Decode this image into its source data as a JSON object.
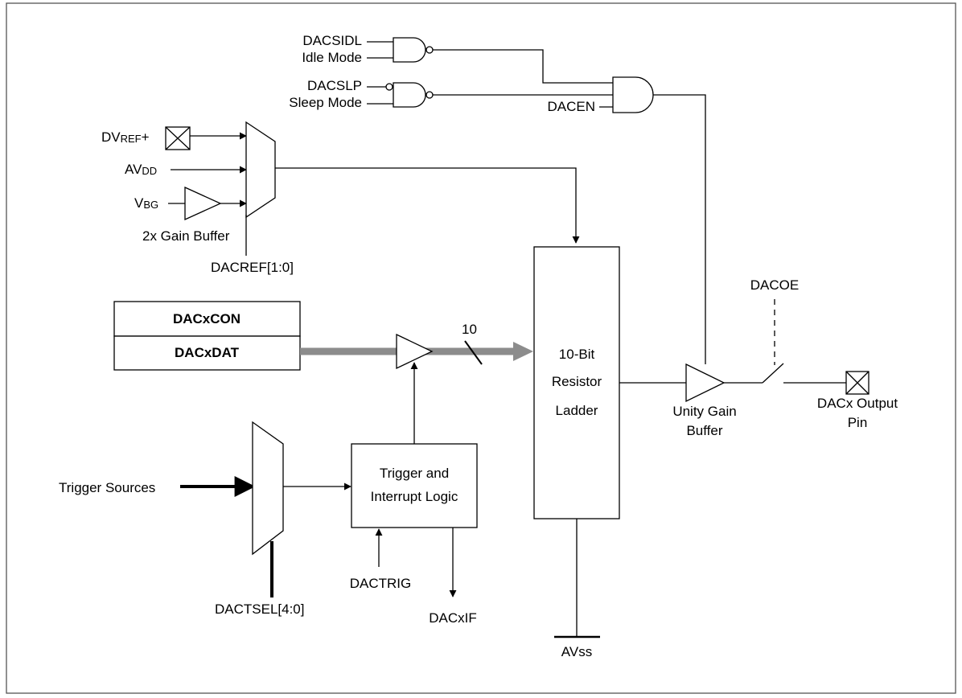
{
  "signals": {
    "dacsidl": "DACSIDL",
    "idle_mode": "Idle Mode",
    "dacslp": "DACSLP",
    "sleep_mode": "Sleep Mode",
    "dacen": "DACEN",
    "dvref_main": "DV",
    "dvref_sub": "REF",
    "dvref_suffix": "+",
    "avdd_main": "AV",
    "avdd_sub": "DD",
    "vbg_main": "V",
    "vbg_sub": "BG",
    "gain_buffer": "2x Gain Buffer",
    "dacref": "DACREF[1:0]",
    "dacoe": "DACOE",
    "bus_width": "10",
    "unity_gain_1": "Unity Gain",
    "unity_gain_2": "Buffer",
    "output_pin_1": "DACx Output",
    "output_pin_2": "Pin",
    "trigger_sources": "Trigger Sources",
    "dactsel": "DACTSEL[4:0]",
    "dactrig": "DACTRIG",
    "dacxif": "DACxIF",
    "avss": "AVss"
  },
  "registers": {
    "con": "DACxCON",
    "dat": "DACxDAT"
  },
  "blocks": {
    "ladder": [
      "10-Bit",
      "Resistor",
      "Ladder"
    ],
    "trigger_logic": [
      "Trigger and",
      "Interrupt Logic"
    ]
  }
}
